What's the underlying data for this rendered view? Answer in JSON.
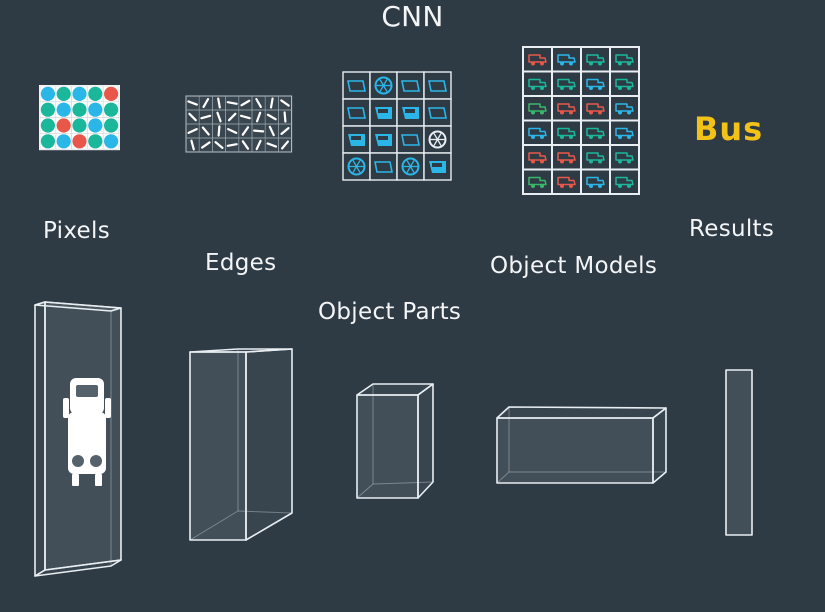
{
  "title": "CNN",
  "stages": [
    {
      "id": "pixels",
      "label": "Pixels"
    },
    {
      "id": "edges",
      "label": "Edges"
    },
    {
      "id": "parts",
      "label": "Object Parts"
    },
    {
      "id": "models",
      "label": "Object Models"
    },
    {
      "id": "results",
      "label": "Results"
    }
  ],
  "result_text": "Bus",
  "colors": {
    "background": "#2e3a44",
    "teal": "#1bb79b",
    "blue": "#2bb6e8",
    "red": "#e8584a",
    "green": "#39b86a",
    "yellow": "#f2c218",
    "line": "#e8eef2"
  },
  "pixel_grid": [
    [
      "blue",
      "teal",
      "blue",
      "teal",
      "red"
    ],
    [
      "teal",
      "blue",
      "teal",
      "blue",
      "teal"
    ],
    [
      "teal",
      "red",
      "teal",
      "blue",
      "teal"
    ],
    [
      "teal",
      "blue",
      "red",
      "teal",
      "blue"
    ]
  ],
  "model_grid": [
    [
      "red",
      "blue",
      "teal",
      "teal"
    ],
    [
      "teal",
      "teal",
      "blue",
      "teal"
    ],
    [
      "green",
      "red",
      "red",
      "blue"
    ],
    [
      "blue",
      "teal",
      "teal",
      "blue"
    ],
    [
      "red",
      "red",
      "teal",
      "teal"
    ],
    [
      "green",
      "red",
      "blue",
      "teal"
    ]
  ],
  "part_grid": [
    [
      "window",
      "wheel",
      "window",
      "window"
    ],
    [
      "window",
      "door",
      "door",
      "window"
    ],
    [
      "door",
      "door",
      "window",
      "wheel-white"
    ],
    [
      "wheel",
      "window",
      "wheel",
      "door"
    ]
  ],
  "icons": [
    "bus-icon"
  ]
}
